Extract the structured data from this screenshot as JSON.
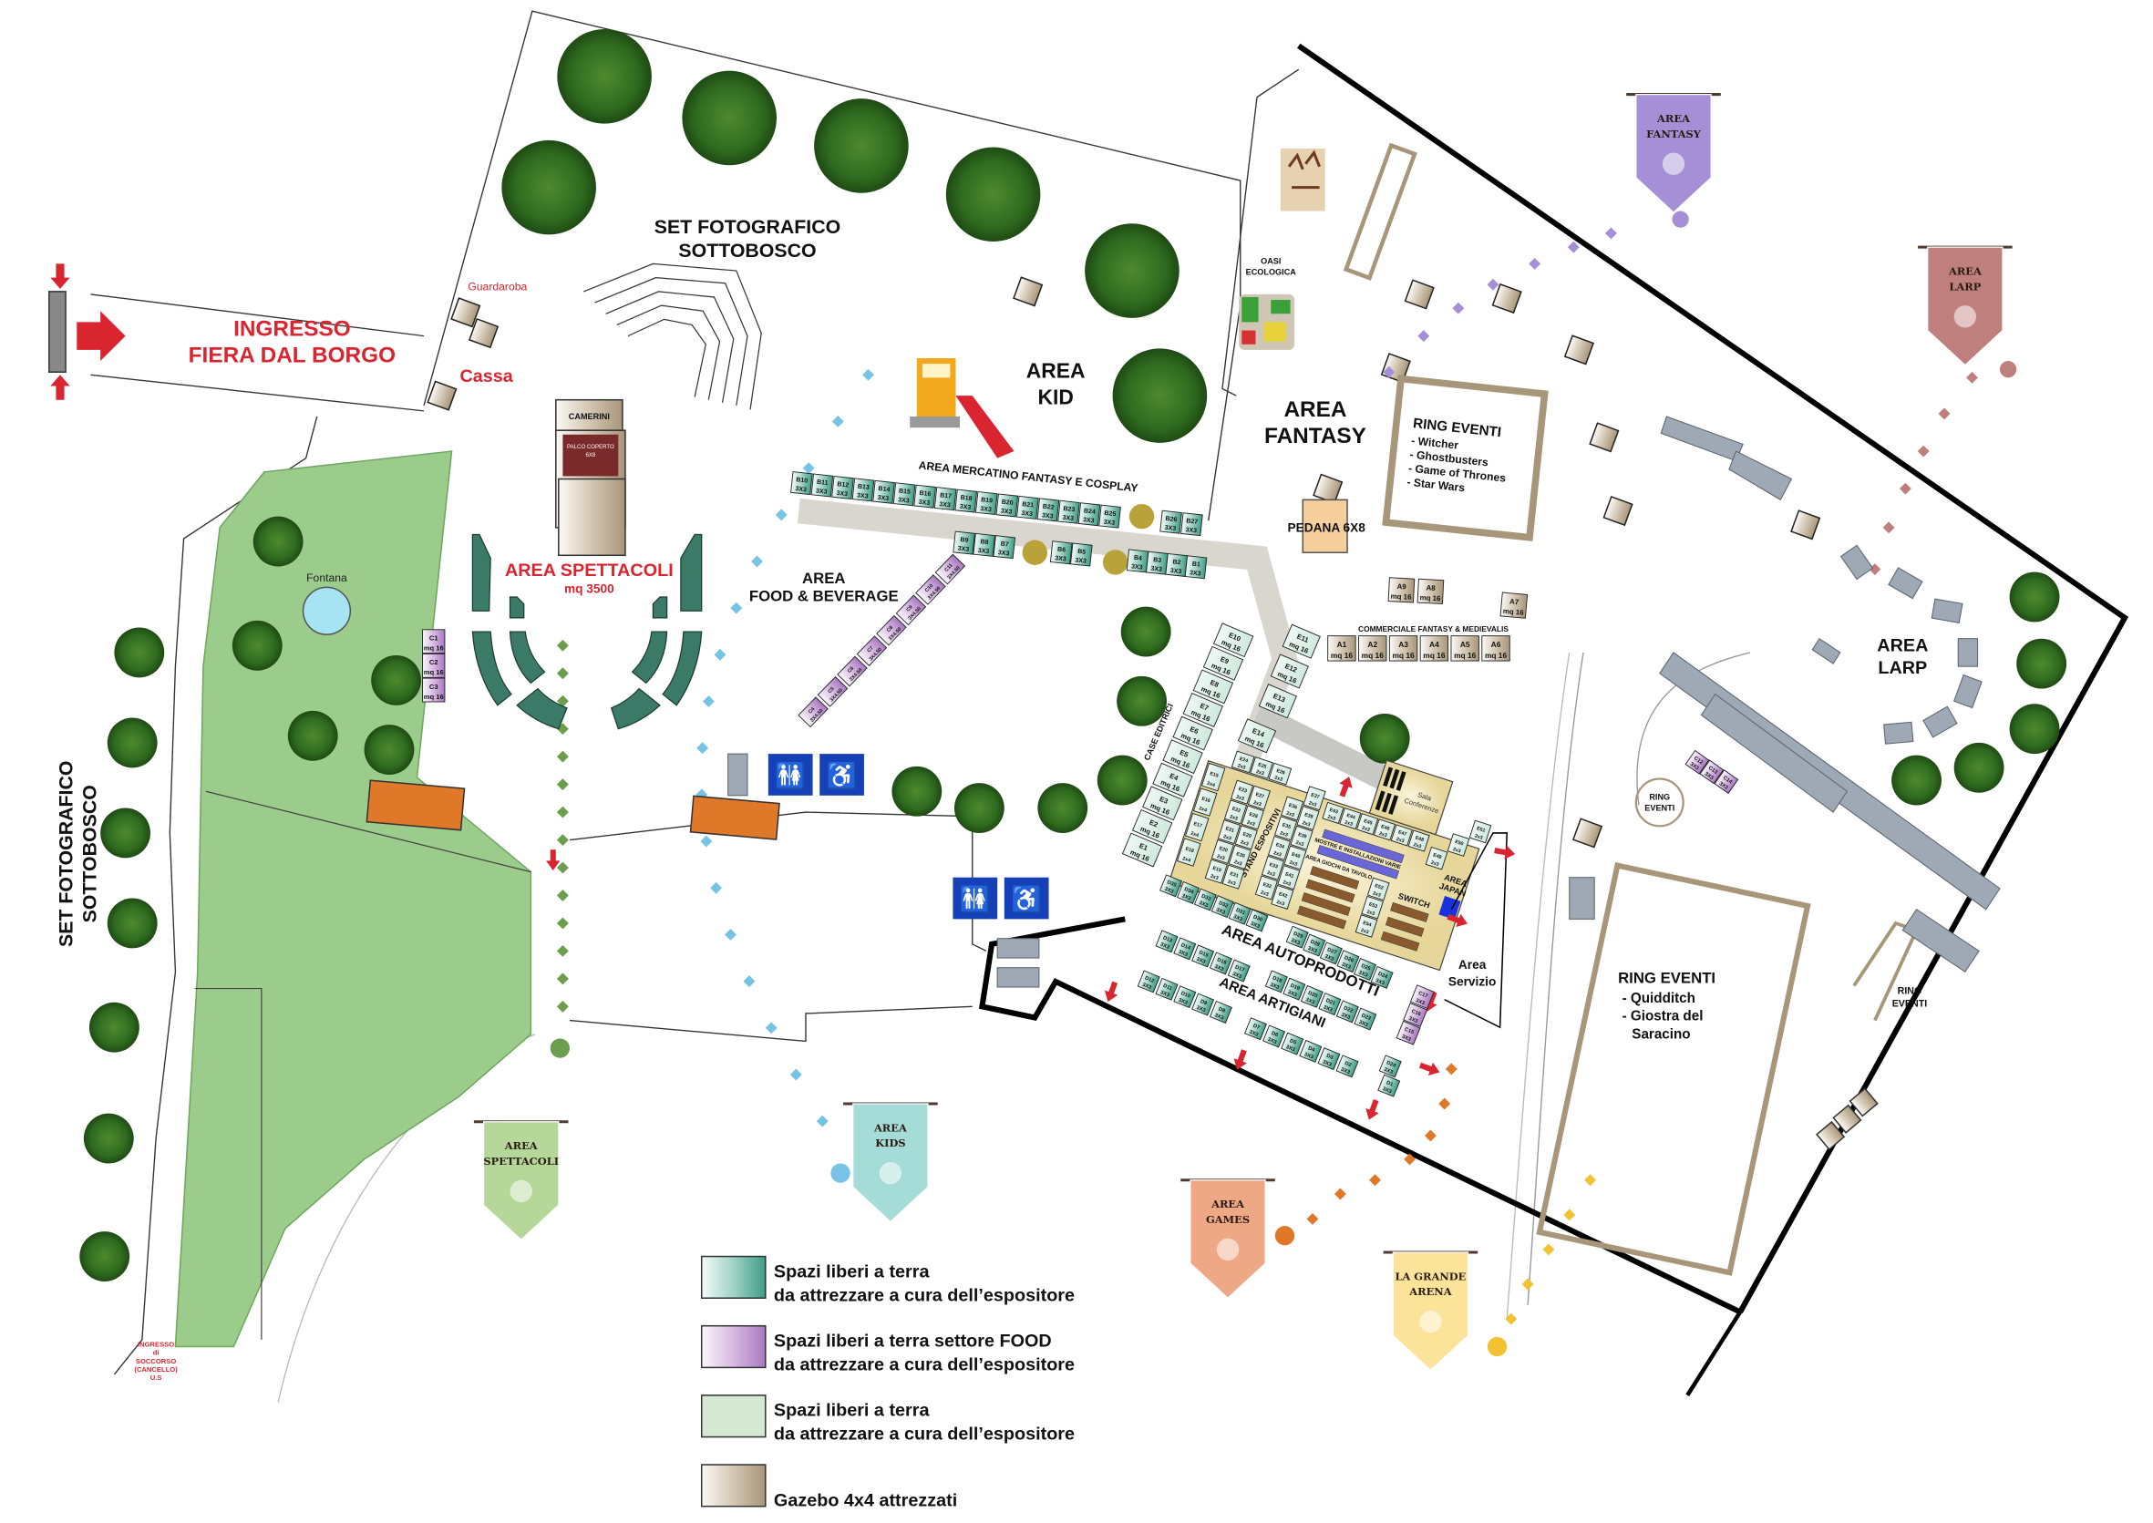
{
  "labels": {
    "ingresso": [
      "INGRESSO",
      "FIERA DAL BORGO"
    ],
    "guardaroba": "Guardaroba",
    "cassa": "Cassa",
    "set_top": [
      "SET FOTOGRAFICO",
      "SOTTOBOSCO"
    ],
    "set_left": [
      "SET FOTOGRAFICO",
      "SOTTOBOSCO"
    ],
    "area_kid": [
      "AREA",
      "KID"
    ],
    "area_fantasy": [
      "AREA",
      "FANTASY"
    ],
    "oasi": [
      "OASI",
      "ECOLOGICA"
    ],
    "mercatino": "AREA MERCATINO FANTASY E COSPLAY",
    "food": [
      "AREA",
      "FOOD & BEVERAGE"
    ],
    "spettacoli": "AREA SPETTACOLI",
    "spettacoli_size": "mq 3500",
    "camerini": "CAMERINI",
    "palco": [
      "PALCO COPERTO",
      "6X8"
    ],
    "fontana": "Fontana",
    "pedana": "PEDANA 6X8",
    "commerciale": "COMMERCIALE FANTASY & MEDIEVALIS",
    "case_editrici": "CASE EDITRICI",
    "stand_espositivi": "STAND ESPOSITIVI",
    "sala_conferenze": [
      "Sala",
      "Conferenze"
    ],
    "area_japan": [
      "AREA",
      "JAPAN"
    ],
    "mostre": "MOSTRE E INSTALLAZIONI VARIE",
    "giochi": "AREA GIOCHI DA TAVOLO",
    "switch": "SWITCH",
    "autoprodotti": "AREA AUTOPRODOTTI",
    "artigiani": "AREA ARTIGIANI",
    "servizio": [
      "Area",
      "Servizio"
    ],
    "larp": [
      "AREA",
      "LARP"
    ],
    "ring_small": [
      "RING",
      "EVENTI"
    ],
    "ring_right": [
      "RING",
      "EVENTI"
    ],
    "soccorso": [
      "INGRESSO",
      "di",
      "SOCCORSO",
      "(CANCELLO)",
      "U.S"
    ]
  },
  "rings": [
    {
      "title": "RING EVENTI",
      "items": [
        "- Witcher",
        "- Ghostbusters",
        "- Game of Thrones",
        "- Star Wars"
      ]
    },
    {
      "title": "RING EVENTI",
      "items": [
        "- Quidditch",
        "- Giostra del",
        "  Saracino"
      ]
    }
  ],
  "banners": [
    {
      "lines": [
        "AREA",
        "FANTASY"
      ],
      "color": "#a58fd6",
      "icon": "dragon-icon"
    },
    {
      "lines": [
        "AREA",
        "LARP"
      ],
      "color": "#bf7f7d",
      "icon": "shield-swords-icon"
    },
    {
      "lines": [
        "AREA",
        "SPETTACOLI"
      ],
      "color": "#b5d89a",
      "icon": "music-clef-icon"
    },
    {
      "lines": [
        "AREA",
        "KIDS"
      ],
      "color": "#a6dcd8",
      "icon": "carousel-icon"
    },
    {
      "lines": [
        "AREA",
        "GAMES"
      ],
      "color": "#eea886",
      "icon": "dice-gamepad-icon"
    },
    {
      "lines": [
        "LA GRANDE",
        "ARENA"
      ],
      "color": "#fbe39a",
      "icon": "winged-emblem-icon"
    }
  ],
  "legend": [
    {
      "line1": "Spazi liberi a terra",
      "line2": "da attrezzare a cura dell’espositore",
      "color": "#3f9c86"
    },
    {
      "line1": "Spazi liberi a terra settore FOOD",
      "line2": "da attrezzare a cura dell’espositore",
      "color": "#a977c0"
    },
    {
      "line1": "Spazi liberi a terra",
      "line2": "da attrezzare a cura dell’espositore",
      "color": "#d5e8d4"
    },
    {
      "line1": "",
      "line2": "Gazebo 4x4 attrezzati",
      "color": "#a8967a"
    }
  ],
  "colors": {
    "stall_green": "#3f9c86",
    "stall_food": "#a977c0",
    "gazebo": "#a8967a",
    "lawn": "#9ccc8b",
    "accent_red": "#d8252f"
  },
  "stalls": {
    "b_top": [
      {
        "id": "B10",
        "size": "3X3"
      },
      {
        "id": "B11",
        "size": "3X3"
      },
      {
        "id": "B12",
        "size": "3X3"
      },
      {
        "id": "B13",
        "size": "3X3"
      },
      {
        "id": "B14",
        "size": "3X3"
      },
      {
        "id": "B15",
        "size": "3X3"
      },
      {
        "id": "B16",
        "size": "3X3"
      },
      {
        "id": "B17",
        "size": "3X3"
      },
      {
        "id": "B18",
        "size": "3X3"
      },
      {
        "id": "B19",
        "size": "3X3"
      },
      {
        "id": "B20",
        "size": "3X3"
      },
      {
        "id": "B21",
        "size": "3X3"
      },
      {
        "id": "B22",
        "size": "3X3"
      },
      {
        "id": "B23",
        "size": "3X3"
      },
      {
        "id": "B24",
        "size": "3X3"
      },
      {
        "id": "B25",
        "size": "3X3"
      }
    ],
    "b_end": [
      {
        "id": "B26",
        "size": "3X3"
      },
      {
        "id": "B27",
        "size": "3X3"
      }
    ],
    "b_mid1": [
      {
        "id": "B9",
        "size": "3X3"
      },
      {
        "id": "B8",
        "size": "3X3"
      },
      {
        "id": "B7",
        "size": "3X3"
      }
    ],
    "b_mid2": [
      {
        "id": "B6",
        "size": "3X3"
      },
      {
        "id": "B5",
        "size": "3X3"
      }
    ],
    "b_mid3": [
      {
        "id": "B4",
        "size": "3X3"
      },
      {
        "id": "B3",
        "size": "3X3"
      },
      {
        "id": "B2",
        "size": "3X3"
      },
      {
        "id": "B1",
        "size": "3X3"
      }
    ],
    "c_food": [
      {
        "id": "C11",
        "size": "3X4.50"
      },
      {
        "id": "C10",
        "size": "3X4.50"
      },
      {
        "id": "C9",
        "size": "3X4.50"
      },
      {
        "id": "C8",
        "size": "3X4.50"
      },
      {
        "id": "C7",
        "size": "3X4.50"
      },
      {
        "id": "C6",
        "size": "3X4.50"
      },
      {
        "id": "C5",
        "size": "3X4.50"
      },
      {
        "id": "C4",
        "size": "3X4.50"
      }
    ],
    "c_left": [
      {
        "id": "C1",
        "size": "mq 16"
      },
      {
        "id": "C2",
        "size": "mq 16"
      },
      {
        "id": "C3",
        "size": "mq 16"
      }
    ],
    "c_right": [
      {
        "id": "C12",
        "size": "3X3"
      },
      {
        "id": "C13",
        "size": "3X3"
      },
      {
        "id": "C14",
        "size": "3X3"
      }
    ],
    "c_serv": [
      {
        "id": "C17",
        "size": "3X3"
      },
      {
        "id": "C16",
        "size": "3X3"
      },
      {
        "id": "C15",
        "size": "3X3"
      }
    ],
    "e_editrici": [
      {
        "id": "E10",
        "size": "mq 16"
      },
      {
        "id": "E9",
        "size": "mq 16"
      },
      {
        "id": "E8",
        "size": "mq 16"
      },
      {
        "id": "E7",
        "size": "mq 16"
      },
      {
        "id": "E6",
        "size": "mq 16"
      },
      {
        "id": "E5",
        "size": "mq 16"
      },
      {
        "id": "E4",
        "size": "mq 16"
      },
      {
        "id": "E3",
        "size": "mq 16"
      },
      {
        "id": "E2",
        "size": "mq 16"
      },
      {
        "id": "E1",
        "size": "mq 16"
      }
    ],
    "e_right": [
      {
        "id": "E11",
        "size": "mq 16"
      },
      {
        "id": "E12",
        "size": "mq 16"
      },
      {
        "id": "E13",
        "size": "mq 16"
      }
    ],
    "e_14": [
      {
        "id": "E14",
        "size": "mq 16"
      }
    ],
    "a_gazebo": [
      {
        "id": "A1",
        "size": "mq 16"
      },
      {
        "id": "A2",
        "size": "mq 16"
      },
      {
        "id": "A3",
        "size": "mq 16"
      },
      {
        "id": "A4",
        "size": "mq 16"
      },
      {
        "id": "A5",
        "size": "mq 16"
      },
      {
        "id": "A6",
        "size": "mq 16"
      }
    ],
    "a_upper": [
      {
        "id": "A9",
        "size": "mq 16"
      },
      {
        "id": "A8",
        "size": "mq 16"
      }
    ],
    "a_7": [
      {
        "id": "A7",
        "size": "mq 16"
      }
    ],
    "e_left_col": [
      {
        "id": "E15",
        "size": "2x4"
      },
      {
        "id": "E16",
        "size": "2x4"
      },
      {
        "id": "E17",
        "size": "2x4"
      },
      {
        "id": "E18",
        "size": "2x4"
      }
    ],
    "e_top_row": [
      {
        "id": "E24",
        "size": "2x3"
      },
      {
        "id": "E25",
        "size": "2x3"
      },
      {
        "id": "E26",
        "size": "2x3"
      }
    ],
    "e_col_a": [
      {
        "id": "E23",
        "size": "2x3"
      },
      {
        "id": "E22",
        "size": "2x3"
      },
      {
        "id": "E21",
        "size": "2x3"
      },
      {
        "id": "E20",
        "size": "2x3"
      },
      {
        "id": "E19",
        "size": "2x3"
      }
    ],
    "e_col_b": [
      {
        "id": "E27",
        "size": "2x3"
      },
      {
        "id": "E28",
        "size": "2x3"
      },
      {
        "id": "E29",
        "size": "2x3"
      },
      {
        "id": "E30",
        "size": "2x3"
      },
      {
        "id": "E31",
        "size": "2x3"
      }
    ],
    "e_col_c": [
      {
        "id": "E36",
        "size": "2x3"
      },
      {
        "id": "E35",
        "size": "2x3"
      },
      {
        "id": "E34",
        "size": "2x3"
      },
      {
        "id": "E33",
        "size": "2x3"
      },
      {
        "id": "E32",
        "size": "2x3"
      }
    ],
    "e_col_d": [
      {
        "id": "E37",
        "size": "2x3"
      },
      {
        "id": "E38",
        "size": "2x3"
      },
      {
        "id": "E39",
        "size": "2x3"
      },
      {
        "id": "E40",
        "size": "2x3"
      },
      {
        "id": "E41",
        "size": "2x3"
      },
      {
        "id": "E42",
        "size": "2x3"
      }
    ],
    "e_mid_row": [
      {
        "id": "E43",
        "size": "2x3"
      },
      {
        "id": "E44",
        "size": "2x3"
      },
      {
        "id": "E45",
        "size": "2x3"
      },
      {
        "id": "E46",
        "size": "2x3"
      },
      {
        "id": "E47",
        "size": "2x3"
      },
      {
        "id": "E48",
        "size": "2x3"
      }
    ],
    "e_japan": [
      {
        "id": "E49",
        "size": "2x3"
      },
      {
        "id": "E50",
        "size": "2x3"
      },
      {
        "id": "E51",
        "size": "2x3"
      }
    ],
    "e_switch": [
      {
        "id": "E52",
        "size": "2x3"
      },
      {
        "id": "E53",
        "size": "2x3"
      },
      {
        "id": "E54",
        "size": "2x3"
      }
    ],
    "d_auto1": [
      {
        "id": "D35",
        "size": "3X3"
      },
      {
        "id": "D34",
        "size": "3X3"
      },
      {
        "id": "D33",
        "size": "3X3"
      },
      {
        "id": "D32",
        "size": "3X3"
      },
      {
        "id": "D31",
        "size": "3X3"
      },
      {
        "id": "D30",
        "size": "3X3"
      }
    ],
    "d_auto2": [
      {
        "id": "D29",
        "size": "3X3"
      },
      {
        "id": "D28",
        "size": "3X3"
      },
      {
        "id": "D27",
        "size": "3X3"
      },
      {
        "id": "D26",
        "size": "3X3"
      },
      {
        "id": "D25",
        "size": "3X3"
      },
      {
        "id": "D24",
        "size": "3X3"
      }
    ],
    "d_auto3": [
      {
        "id": "D13",
        "size": "3X3"
      },
      {
        "id": "D14",
        "size": "3X3"
      },
      {
        "id": "D15",
        "size": "3X3"
      },
      {
        "id": "D16",
        "size": "3X3"
      },
      {
        "id": "D17",
        "size": "3X3"
      }
    ],
    "d_art1": [
      {
        "id": "D18",
        "size": "3X3"
      },
      {
        "id": "D19",
        "size": "3X3"
      },
      {
        "id": "D20",
        "size": "3X3"
      },
      {
        "id": "D21",
        "size": "3X3"
      },
      {
        "id": "D22",
        "size": "3X3"
      },
      {
        "id": "D23",
        "size": "3X3"
      }
    ],
    "d_art2": [
      {
        "id": "D12",
        "size": "3X3"
      },
      {
        "id": "D11",
        "size": "3X3"
      },
      {
        "id": "D10",
        "size": "3X3"
      },
      {
        "id": "D9",
        "size": "3X3"
      },
      {
        "id": "D8",
        "size": "3X3"
      }
    ],
    "d_art3": [
      {
        "id": "D7",
        "size": "3X3"
      },
      {
        "id": "D6",
        "size": "3X3"
      },
      {
        "id": "D5",
        "size": "3X3"
      },
      {
        "id": "D4",
        "size": "3X3"
      },
      {
        "id": "D3",
        "size": "3X3"
      },
      {
        "id": "D2",
        "size": "3X3"
      }
    ],
    "d_end": [
      {
        "id": "D24",
        "size": "3X3"
      },
      {
        "id": "D1",
        "size": "3X3"
      }
    ]
  }
}
